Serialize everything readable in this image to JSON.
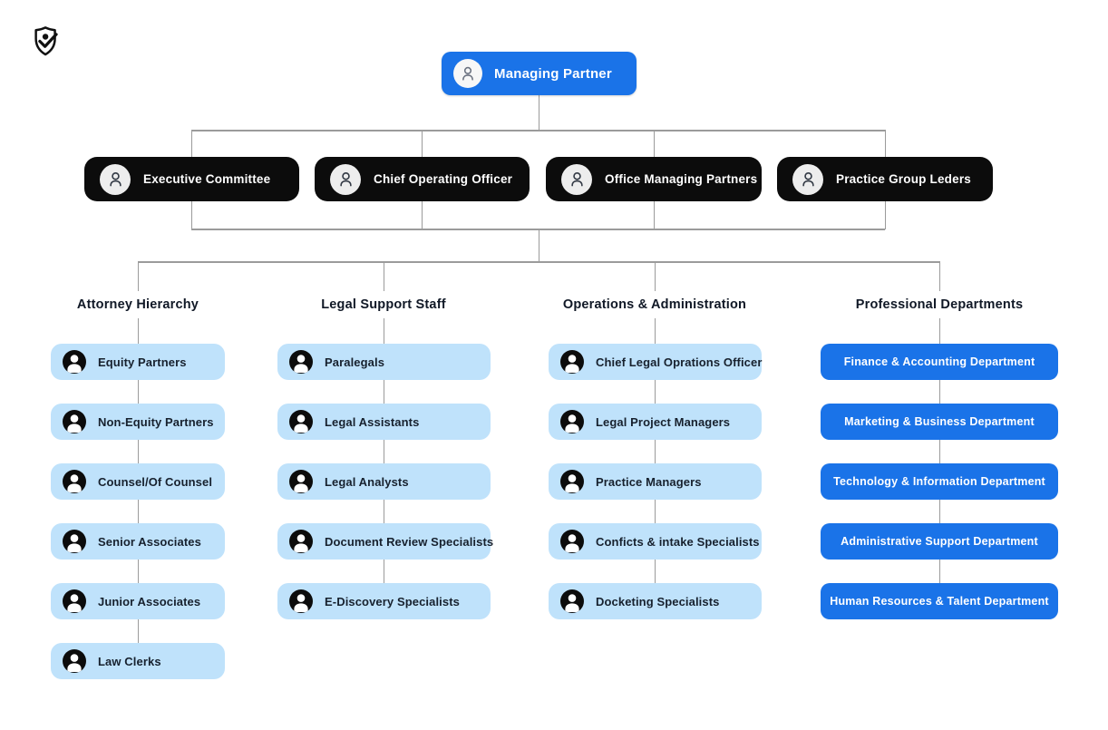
{
  "brand": {
    "logo_icon": "shield-person-check"
  },
  "root": {
    "label": "Managing Partner"
  },
  "level2": [
    {
      "label": "Executive Committee"
    },
    {
      "label": "Chief Operating Officer"
    },
    {
      "label": "Office Managing Partners"
    },
    {
      "label": "Practice Group Leders"
    }
  ],
  "columns": [
    {
      "title": "Attorney Hierarchy",
      "items": [
        "Equity Partners",
        "Non-Equity Partners",
        "Counsel/Of Counsel",
        "Senior Associates",
        "Junior Associates",
        "Law Clerks"
      ]
    },
    {
      "title": "Legal Support Staff",
      "items": [
        "Paralegals",
        "Legal Assistants",
        "Legal Analysts",
        "Document Review Specialists",
        "E-Discovery Specialists"
      ]
    },
    {
      "title": "Operations & Administration",
      "items": [
        "Chief Legal Oprations Officer",
        "Legal Project Managers",
        "Practice Managers",
        "Conficts & intake Specialists",
        "Docketing Specialists"
      ]
    },
    {
      "title": "Professional Departments",
      "items": [
        "Finance & Accounting Department",
        "Marketing & Business Department",
        "Technology & Information Department",
        "Administrative Support Department",
        "Human Resources & Talent Department"
      ]
    }
  ],
  "colors": {
    "accent_blue": "#1a73e8",
    "light_blue": "#bfe2fb",
    "node_black": "#0c0c0c",
    "dark_text": "#17212e",
    "connector_gray": "#9b9b9b"
  }
}
